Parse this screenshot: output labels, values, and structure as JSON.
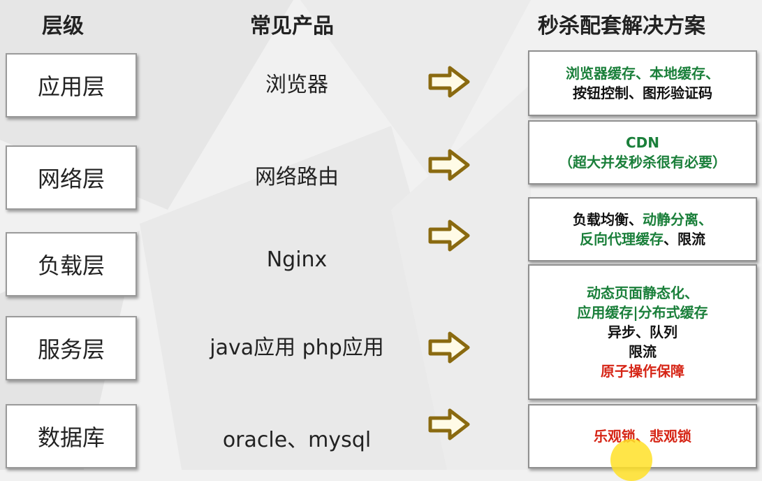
{
  "headers": {
    "layer": "层级",
    "product": "常见产品",
    "solution": "秒杀配套解决方案"
  },
  "rows": [
    {
      "layer": "应用层",
      "product": "浏览器",
      "solution": [
        [
          {
            "text": "浏览器缓存、本地缓存、",
            "color": "green"
          }
        ],
        [
          {
            "text": "按钮控制、图形验证码",
            "color": "black"
          }
        ]
      ]
    },
    {
      "layer": "网络层",
      "product": "网络路由",
      "solution": [
        [
          {
            "text": "CDN",
            "color": "green"
          }
        ],
        [
          {
            "text": "（超大并发秒杀很有必要）",
            "color": "green"
          }
        ]
      ]
    },
    {
      "layer": "负载层",
      "product": "Nginx",
      "solution": [
        [
          {
            "text": "负载均衡、",
            "color": "black"
          },
          {
            "text": "动静分离、",
            "color": "green"
          }
        ],
        [
          {
            "text": "反向代理缓存",
            "color": "green"
          },
          {
            "text": "、限流",
            "color": "black"
          }
        ]
      ]
    },
    {
      "layer": "服务层",
      "product": "java应用 php应用",
      "solution": [
        [
          {
            "text": "动态页面静态化、",
            "color": "green"
          }
        ],
        [
          {
            "text": "应用缓存|分布式缓存",
            "color": "green"
          }
        ],
        [
          {
            "text": "异步、队列",
            "color": "black"
          }
        ],
        [
          {
            "text": "限流",
            "color": "black"
          }
        ],
        [
          {
            "text": "原子操作保障",
            "color": "red"
          }
        ]
      ]
    },
    {
      "layer": "数据库",
      "product": "oracle、mysql",
      "solution": [
        [
          {
            "text": "乐观锁、悲观锁",
            "color": "red"
          }
        ]
      ]
    }
  ],
  "colors": {
    "green": "#1a7f3a",
    "black": "#111111",
    "red": "#d62516",
    "arrow_fill": "#fffbe6",
    "arrow_stroke": "#8a6a10"
  },
  "icons": {
    "arrow": "right-arrow-icon"
  }
}
